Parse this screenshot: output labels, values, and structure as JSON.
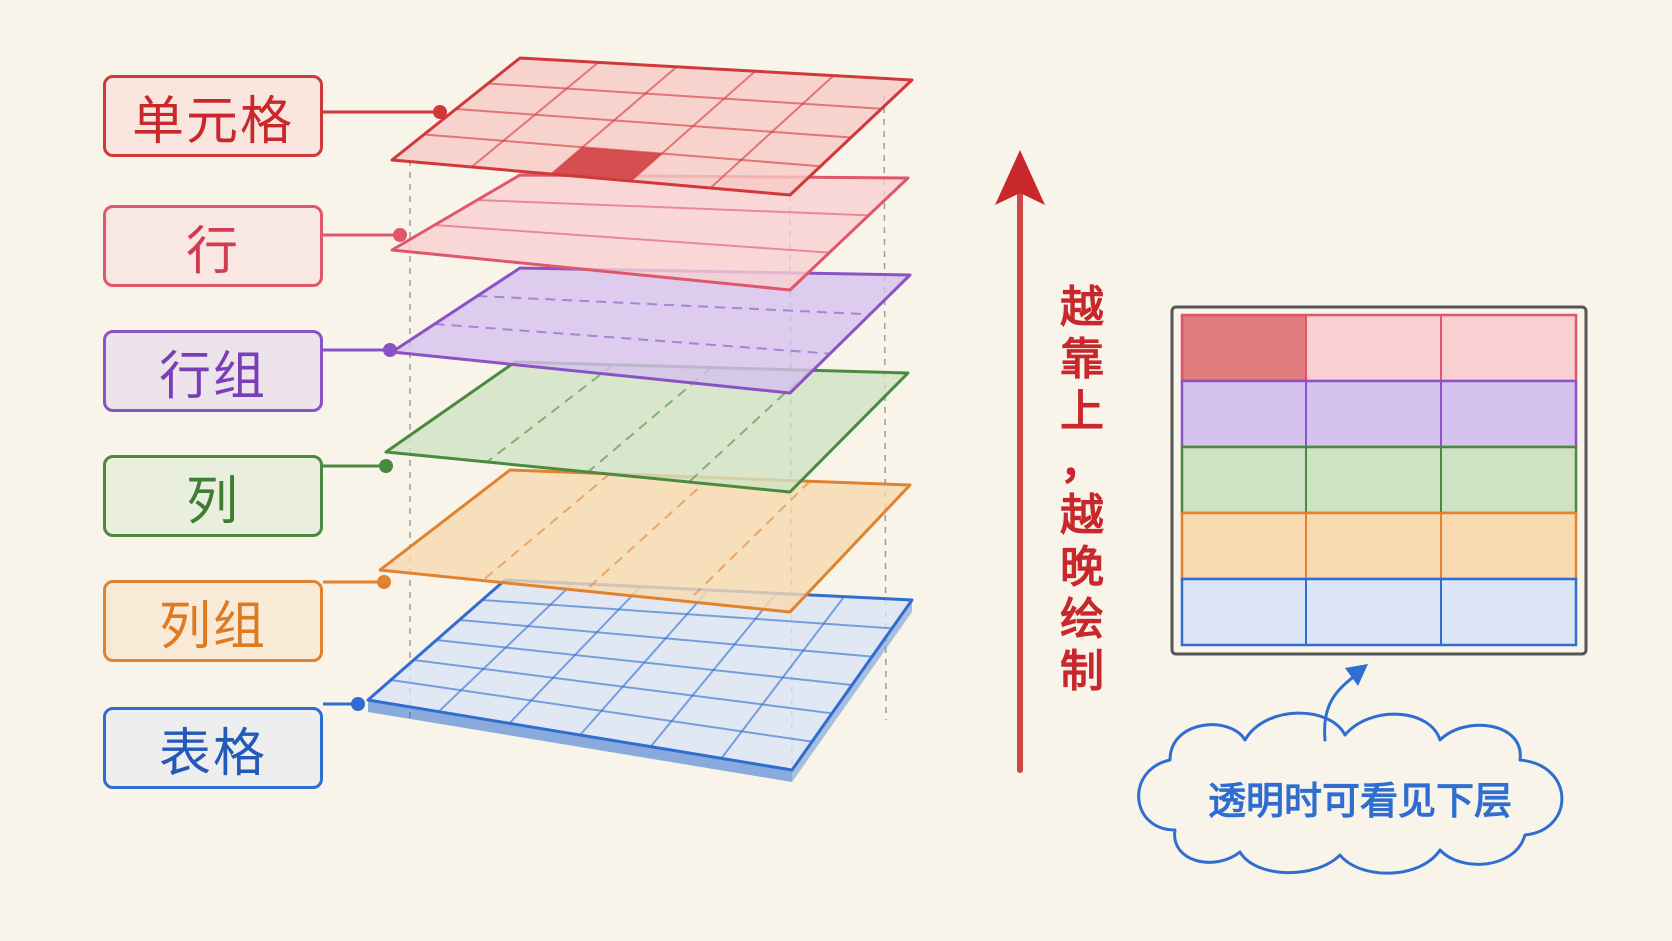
{
  "layers": [
    {
      "key": "cell",
      "label": "单元格",
      "color": "#d0383a",
      "fill": "#f7c9c6",
      "text_color": "#c8282b"
    },
    {
      "key": "row",
      "label": "行",
      "color": "#e0566a",
      "fill": "#f9cfd2",
      "text_color": "#d23c53"
    },
    {
      "key": "rowgroup",
      "label": "行组",
      "color": "#8a52c4",
      "fill": "#d6c2ee",
      "text_color": "#7a3fb8"
    },
    {
      "key": "column",
      "label": "列",
      "color": "#4a8a3f",
      "fill": "#cfe3c4",
      "text_color": "#3f7d35"
    },
    {
      "key": "colgroup",
      "label": "列组",
      "color": "#e0822f",
      "fill": "#f8d9b0",
      "text_color": "#de7a22"
    },
    {
      "key": "table",
      "label": "表格",
      "color": "#2f6dd0",
      "fill": "#dbe5f5",
      "text_color": "#2359b8"
    }
  ],
  "arrow_caption": [
    "越",
    "靠",
    "上",
    "，",
    "越",
    "晚",
    "绘",
    "制"
  ],
  "arrow_color": "#c8282b",
  "preview_caption": "透明时可看见下层",
  "preview_color": "#2f6dd0"
}
